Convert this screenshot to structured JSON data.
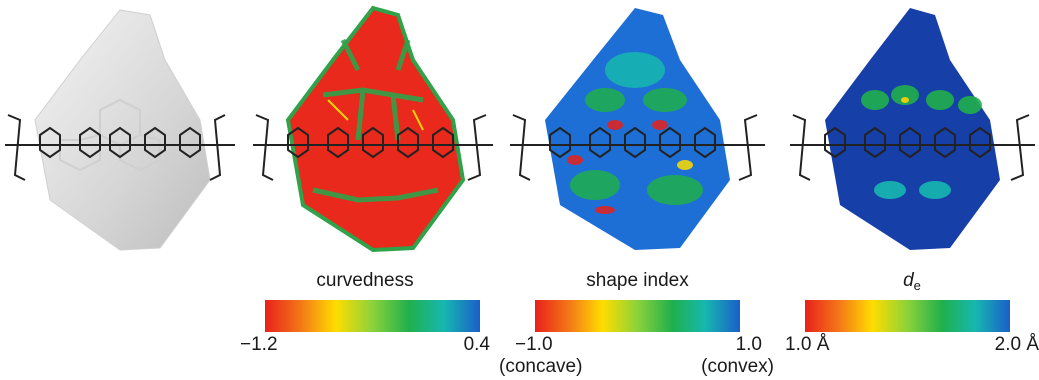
{
  "scales": [
    {
      "title": "curvedness",
      "min_label": "−1.2",
      "max_label": "0.4"
    },
    {
      "title": "shape index",
      "min_label": "−1.0",
      "max_label": "1.0",
      "min_sub": "(concave)",
      "max_sub": "(convex)"
    },
    {
      "title_main": "d",
      "title_sub": "e",
      "min_label": "1.0 Å",
      "max_label": "2.0 Å"
    }
  ],
  "colors": {
    "surface_plain": "#d9d9d9",
    "curvedness_base": "#e8291b",
    "shape_index_base": "#1d6fd6",
    "de_base": "#173fa8",
    "gradient": [
      "#e8211a",
      "#f47a18",
      "#ffdd00",
      "#8cd23a",
      "#1fb04c",
      "#16b8b0",
      "#1a5fc8"
    ]
  }
}
